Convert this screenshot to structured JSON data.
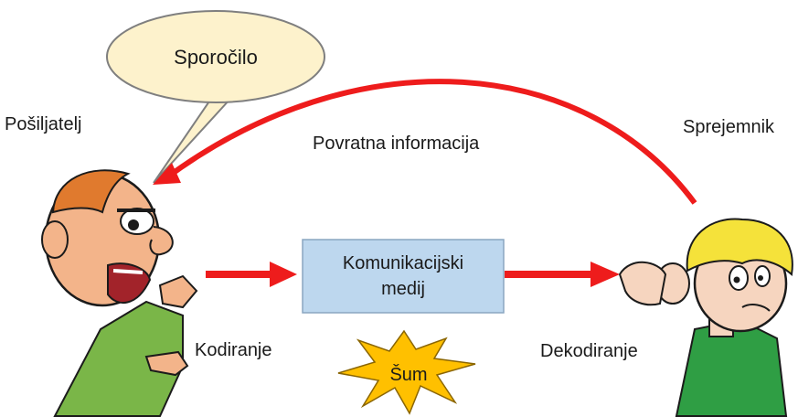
{
  "diagram": {
    "speech_bubble": {
      "text": "Sporočilo",
      "fill": "#fdf2cc",
      "stroke": "#7f7f7f"
    },
    "sender": {
      "label": "Pošiljatelj"
    },
    "receiver": {
      "label": "Sprejemnik"
    },
    "feedback": {
      "label": "Povratna informacija"
    },
    "medium": {
      "line1": "Komunikacijski",
      "line2": "medij",
      "fill": "#bdd7ee",
      "stroke": "#8aa6c1"
    },
    "encoding": {
      "label": "Kodiranje"
    },
    "decoding": {
      "label": "Dekodiranje"
    },
    "noise": {
      "label": "Šum",
      "fill": "#ffc000",
      "stroke": "#8a6500"
    },
    "colors": {
      "arrow": "#ee1c1c"
    }
  }
}
